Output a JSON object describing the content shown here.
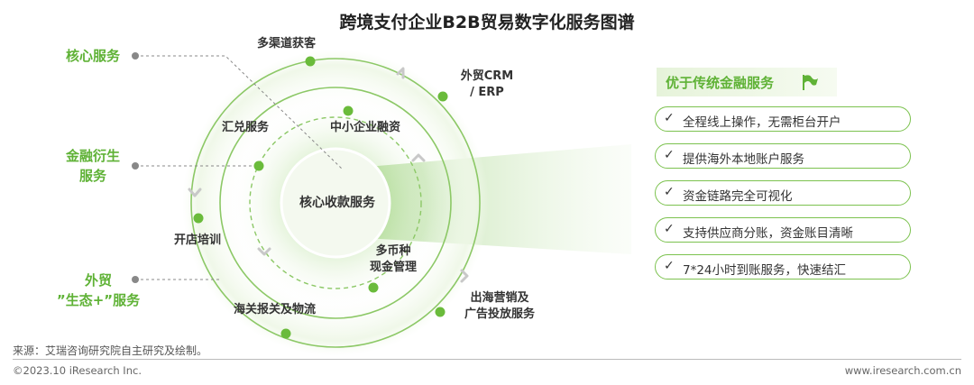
{
  "title": "跨境支付企业B2B贸易数字化服务图谱",
  "categories": {
    "core": "核心服务",
    "finance_line1": "金融衍生",
    "finance_line2": "服务",
    "ecosystem_line1": "外贸",
    "ecosystem_line2": "”生态+”服务"
  },
  "center": "核心收款服务",
  "nodes": {
    "multi_channel": "多渠道获客",
    "crm_erp_line1": "外贸CRM",
    "crm_erp_line2": "/ ERP",
    "remittance": "汇兑服务",
    "sme_finance": "中小企业融资",
    "store_training": "开店培训",
    "multi_currency_line1": "多币种",
    "multi_currency_line2": "现金管理",
    "customs": "海关报关及物流",
    "marketing_line1": "出海营销及",
    "marketing_line2": "广告投放服务"
  },
  "advantages": {
    "title": "优于传统金融服务",
    "check": "✓",
    "items": [
      "全程线上操作，无需柜台开户",
      "提供海外本地账户服务",
      "资金链路完全可视化",
      "支持供应商分账，资金账目清晰",
      "7*24小时到账服务，快速结汇"
    ]
  },
  "footer": {
    "source": "来源：艾瑞咨询研究院自主研究及绘制。",
    "copyright": "©2023.10 iResearch Inc.",
    "website": "www.iresearch.com.cn"
  },
  "colors": {
    "accent": "#5fb236",
    "ring": "#8cc866",
    "dot": "#6abb3b",
    "connector": "#888888"
  }
}
